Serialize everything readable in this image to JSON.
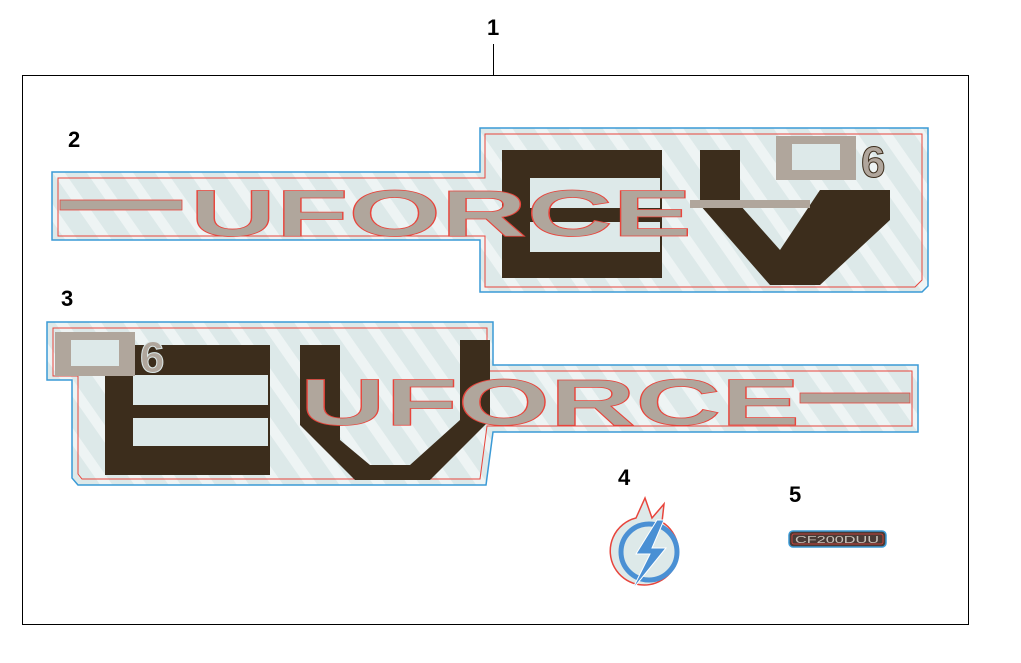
{
  "callouts": {
    "c1": "1",
    "c2": "2",
    "c3": "3",
    "c4": "4",
    "c5": "5"
  },
  "decals": {
    "decal_2": {
      "brand": "UFORCE",
      "model": "EV",
      "badge": "U6"
    },
    "decal_3": {
      "brand": "UFORCE",
      "model": "EV",
      "badge": "U6"
    },
    "decal_4": {
      "icon": "lightning-bolt-icon"
    },
    "decal_5": {
      "text": "CF200DUU"
    }
  },
  "colors": {
    "film": "#dde9e9",
    "outline_blue": "#3a9ad6",
    "outline_red": "#e8453c",
    "taupe": "#b0a69c",
    "dark_brown": "#3c2d1c",
    "bolt_blue": "#4a90d4"
  }
}
